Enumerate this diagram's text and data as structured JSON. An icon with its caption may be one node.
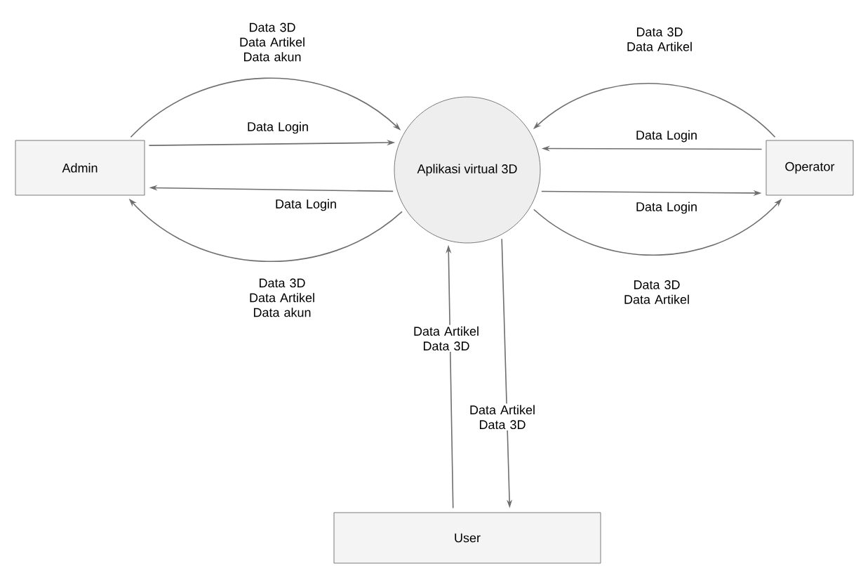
{
  "diagram": {
    "nodes": [
      {
        "text": [
          "Admin"
        ]
      },
      {
        "text": [
          "Aplikasi virtual 3D"
        ]
      },
      {
        "text": [
          "Operator"
        ]
      },
      {
        "text": [
          "User"
        ]
      }
    ],
    "edges": [
      {
        "from": 0,
        "to": 1,
        "arrow": "to",
        "label": "Data 3D Data Artikel Data akun"
      },
      {
        "from": 0,
        "to": 1,
        "arrow": "to",
        "label": "Data Login"
      },
      {
        "from": 1,
        "to": 0,
        "arrow": "to",
        "label": "Data Login"
      },
      {
        "from": 1,
        "to": 0,
        "arrow": "to",
        "label": "Data 3D Data Artikel Data akun"
      },
      {
        "from": 2,
        "to": 1,
        "arrow": "to",
        "label": "Data 3D Data Artikel"
      },
      {
        "from": 2,
        "to": 1,
        "arrow": "to",
        "label": "Data Login"
      },
      {
        "from": 1,
        "to": 2,
        "arrow": "to",
        "label": "Data Login"
      },
      {
        "from": 1,
        "to": 2,
        "arrow": "to",
        "label": "Data 3D Data Artikel"
      },
      {
        "from": 3,
        "to": 1,
        "arrow": "to",
        "label": "Data Artikel Data 3D"
      },
      {
        "from": 1,
        "to": 3,
        "arrow": "to",
        "label": "Data Artikel Data 3D"
      }
    ]
  }
}
